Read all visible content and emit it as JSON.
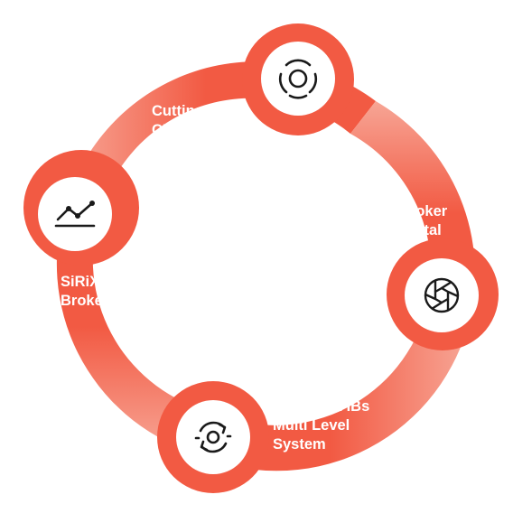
{
  "colors": {
    "accent": "#f25a43",
    "accent_light": "#f7a595",
    "icon_bg": "#ffffff",
    "icon_stroke": "#1a1a1a",
    "label": "#ffffff"
  },
  "segments": [
    {
      "id": "crm",
      "lines": [
        "Cutting-Edge",
        "CRM"
      ],
      "icon": "concentric-circles-icon"
    },
    {
      "id": "portal",
      "lines": [
        "Broker",
        "Portal"
      ],
      "icon": "aperture-icon"
    },
    {
      "id": "sirix",
      "lines": [
        "SiRiX",
        "Broker"
      ],
      "icon": "line-chart-icon"
    },
    {
      "id": "affiliate",
      "lines": [
        "Affiliate & IBs",
        "Multi Level",
        "System"
      ],
      "icon": "sync-cycle-icon"
    }
  ]
}
